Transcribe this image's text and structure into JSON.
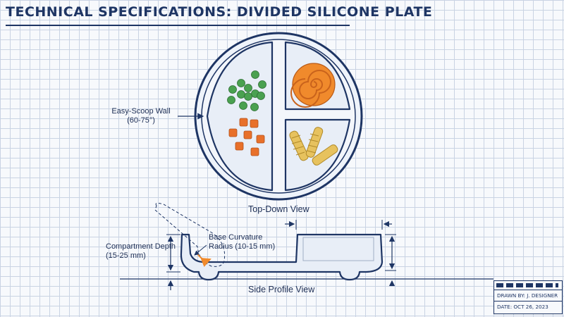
{
  "title": "TECHNICAL SPECIFICATIONS: DIVIDED SILICONE PLATE",
  "annotations": {
    "scoop_wall": [
      "Easy-Scoop Wall",
      "(60-75°)"
    ],
    "compartment_depth": [
      "Compartment Depth",
      "(15-25 mm)"
    ],
    "base_curvature": [
      "Base Curvature",
      "Radius (10-15 mm)"
    ]
  },
  "views": {
    "top": "Top-Down View",
    "side": "Side Profile View"
  },
  "title_block": {
    "drawn_by": "DRAWN BY: J. DESIGNER",
    "date": "DATE: OCT 26, 2023"
  },
  "colors": {
    "ink": "#1e3564",
    "grid": "#c9d3e3",
    "peas": "#4aa150",
    "carrot": "#e8702a",
    "sweet_potato": "#f08a2c",
    "pasta": "#e7c25e",
    "dimension_arrow": "#f08a2c"
  }
}
